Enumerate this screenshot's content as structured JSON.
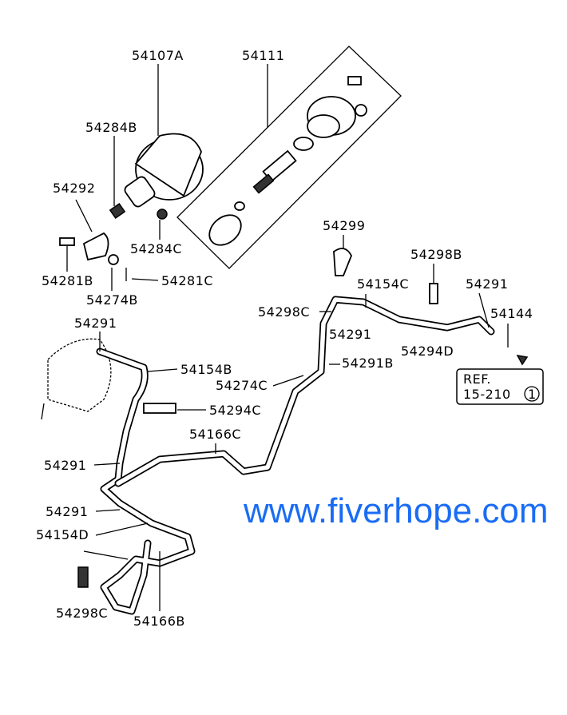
{
  "watermark": "www.fiverhope.com",
  "labels": {
    "l1": "54107A",
    "l2": "54111",
    "l3": "54284B",
    "l4": "54292",
    "l5": "54284C",
    "l6": "54281B",
    "l7": "54281C",
    "l8": "54274B",
    "l9": "54299",
    "l10": "54298B",
    "l11": "54154C",
    "l12": "54291",
    "l13": "54298C",
    "l14": "54144",
    "l15": "54291",
    "l16": "54294D",
    "l17": "54291B",
    "l18": "54274C",
    "l19": "54291",
    "l20": "54154B",
    "l21": "54294C",
    "l22": "54166C",
    "l23": "54291",
    "l24": "54291",
    "l25": "54154D",
    "l26": "54298C",
    "l27": "54166B"
  },
  "ref_box": {
    "line1": "REF.",
    "line2": "15-210",
    "circle": "1"
  },
  "colors": {
    "watermark": "#1a6cf5"
  }
}
